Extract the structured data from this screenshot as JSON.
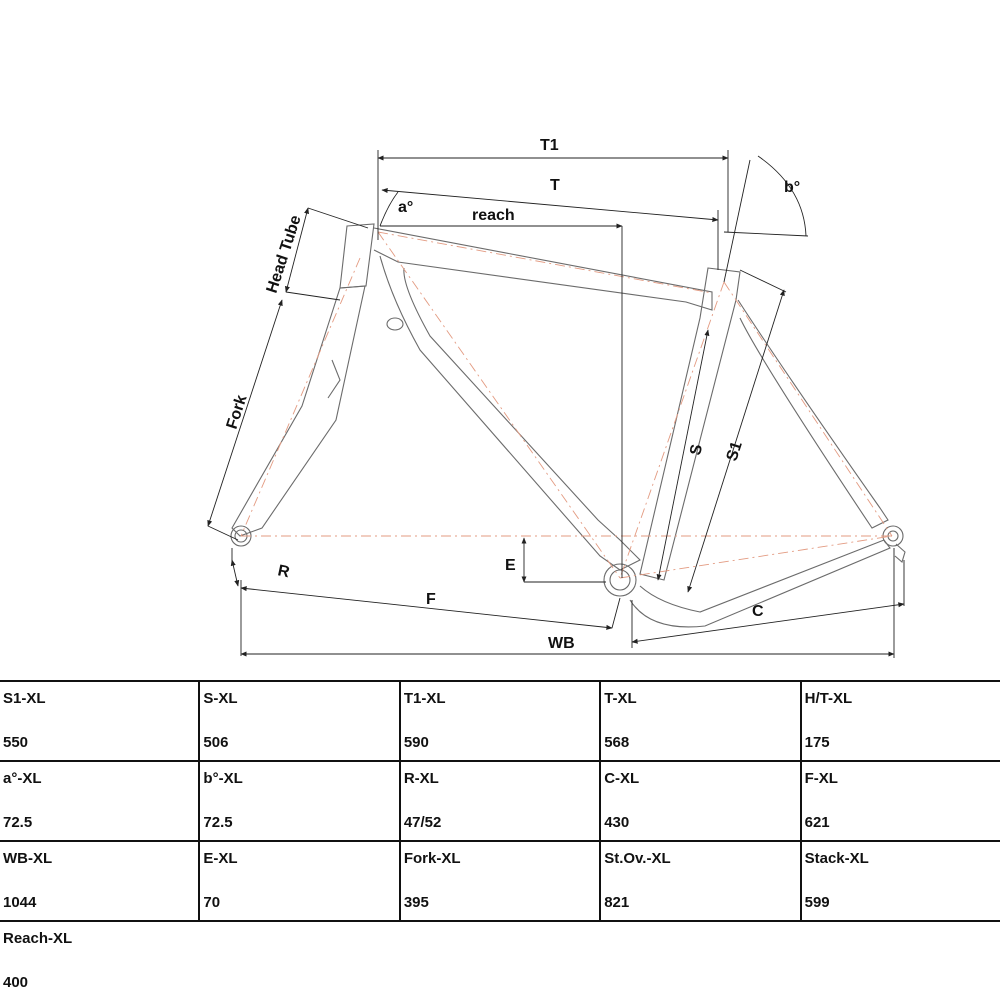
{
  "diagram": {
    "labels": {
      "t1": "T1",
      "t": "T",
      "a_angle": "a°",
      "b_angle": "b°",
      "reach": "reach",
      "head_tube": "Head Tube",
      "fork": "Fork",
      "s": "S",
      "s1": "S1",
      "e": "E",
      "r": "R",
      "f": "F",
      "c": "C",
      "wb": "WB"
    }
  },
  "table": {
    "rows": [
      [
        {
          "label": "S1-XL",
          "value": "550"
        },
        {
          "label": "S-XL",
          "value": "506"
        },
        {
          "label": "T1-XL",
          "value": "590"
        },
        {
          "label": "T-XL",
          "value": "568"
        },
        {
          "label": "H/T-XL",
          "value": "175"
        }
      ],
      [
        {
          "label": "a°-XL",
          "value": "72.5"
        },
        {
          "label": "b°-XL",
          "value": "72.5"
        },
        {
          "label": "R-XL",
          "value": "47/52"
        },
        {
          "label": "C-XL",
          "value": "430"
        },
        {
          "label": "F-XL",
          "value": "621"
        }
      ],
      [
        {
          "label": "WB-XL",
          "value": "1044"
        },
        {
          "label": "E-XL",
          "value": "70"
        },
        {
          "label": "Fork-XL",
          "value": "395"
        },
        {
          "label": "St.Ov.-XL",
          "value": "821"
        },
        {
          "label": "Stack-XL",
          "value": "599"
        }
      ],
      [
        {
          "label": "Reach-XL",
          "value": "400"
        }
      ]
    ]
  }
}
